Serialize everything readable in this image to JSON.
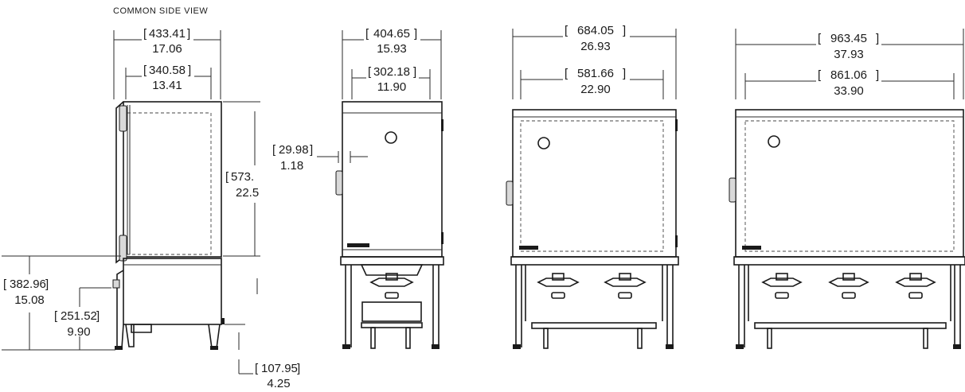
{
  "title": "COMMON SIDE VIEW",
  "side": {
    "width_outer_mm": "433.41",
    "width_outer_in": "17.06",
    "width_inner_mm": "340.58",
    "width_inner_in": "13.41",
    "door_h_mm": "573.",
    "door_h_in": "22.5",
    "base_h_mm": "382.96",
    "base_h_in": "15.08",
    "drawer_h_mm": "251.52",
    "drawer_h_in": "9.90",
    "leg_h_mm": "107.95",
    "leg_h_in": "4.25"
  },
  "one": {
    "width_outer_mm": "404.65",
    "width_outer_in": "15.93",
    "width_inner_mm": "302.18",
    "width_inner_in": "11.90",
    "handle_mm": "29.98",
    "handle_in": "1.18"
  },
  "two": {
    "width_outer_mm": "684.05",
    "width_outer_in": "26.93",
    "width_inner_mm": "581.66",
    "width_inner_in": "22.90"
  },
  "three": {
    "width_outer_mm": "963.45",
    "width_outer_in": "37.93",
    "width_inner_mm": "861.06",
    "width_inner_in": "33.90"
  }
}
